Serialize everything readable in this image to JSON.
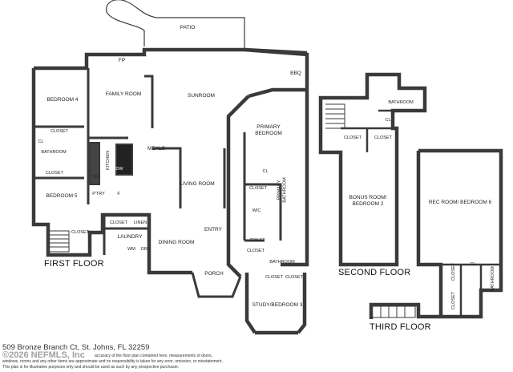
{
  "floors": {
    "first": "FIRST FLOOR",
    "second": "SECOND FLOOR",
    "third": "THIRD FLOOR"
  },
  "rooms": {
    "patio": "PATIO",
    "fp": "FP",
    "bbq": "BBQ",
    "family_room": "FAMILY ROOM",
    "sunroom": "SUNROOM",
    "bedroom4": "BEDROOM 4",
    "closet_b4": "CLOSET",
    "cl_b4": "CL",
    "bathroom_b4": "BATHROOM",
    "closet_b5": "CLOSET",
    "bedroom5": "BEDROOM 5",
    "kitchen": "KITCHEN",
    "ov": "OV",
    "dw": "DW",
    "meals": "MEALS",
    "pantry": "P'TRY",
    "f": "F",
    "living_room": "LIVING ROOM",
    "closet_laundry": "CLOSET",
    "linen": "LINEN",
    "laundry": "LAUNDRY",
    "wm": "WM",
    "dr": "DR",
    "closet_stairs1": "CLOSET",
    "dining_room": "DINING ROOM",
    "entry": "ENTRY",
    "porch": "PORCH",
    "primary_bedroom": "PRIMARY BEDROOM",
    "closet_primary": "CLOSET",
    "cl_primary": "CL",
    "wic": "WIC",
    "primary_bathroom": "PRIMARY BATHROOM",
    "toilet": "TOILET",
    "closet_toilet": "CLOSET",
    "bathroom_study": "BATHROOM",
    "closet_study_a": "CLOSET",
    "closet_study_b": "CLOSET",
    "study": "STUDY/BEDROOM 3",
    "bathroom_2f": "BATHROOM",
    "cl_2f": "CL",
    "closet_2f_a": "CLOSET",
    "closet_2f_b": "CLOSET",
    "bonus_room": "BONUS ROOM/ BEDROOM 2",
    "rec_room": "REC ROOM/ BEDROOM 6",
    "closet_3f_a": "CLOSET",
    "closet_3f_b": "CLOSET",
    "cl_3f": "CL",
    "bathroom_3f": "BATHROOM"
  },
  "footer": {
    "address": "509 Bronze Branch Ct, St. Johns, FL 32259",
    "watermark": "©2026 NEFMLS, Inc",
    "disclaimer_1": "accuracy of the floor plan contained here, measurements of doors,",
    "disclaimer_2": "windows, rooms and any other items are approximate and no responsibility is taken for any error, omission, or misstatement.",
    "disclaimer_3": "This plan is for illustrative purposes only and should be used as such by any prospective purchaser."
  }
}
